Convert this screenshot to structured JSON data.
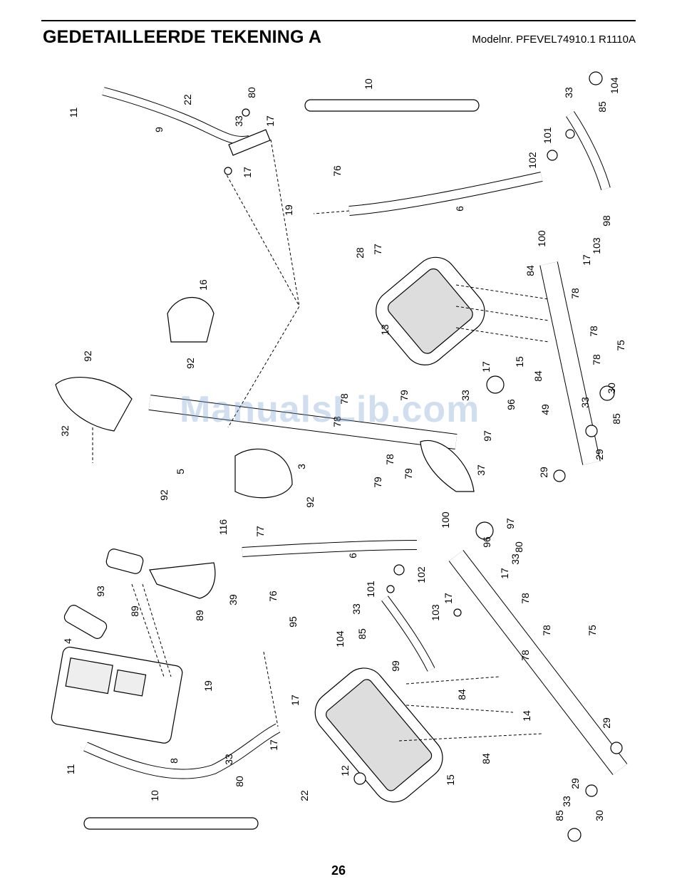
{
  "header": {
    "title": "GEDETAILLEERDE TEKENING A",
    "model": "Modelnr. PFEVEL74910.1 R1110A"
  },
  "footer": {
    "page_number": "26"
  },
  "watermark": {
    "text": "ManualsLib.com"
  },
  "diagram": {
    "part_labels": [
      "11",
      "9",
      "22",
      "80",
      "33",
      "17",
      "17",
      "10",
      "19",
      "76",
      "77",
      "6",
      "28",
      "102",
      "101",
      "33",
      "85",
      "104",
      "98",
      "103",
      "100",
      "17",
      "16",
      "13",
      "84",
      "78",
      "75",
      "78",
      "78",
      "15",
      "84",
      "17",
      "33",
      "96",
      "97",
      "30",
      "33",
      "85",
      "29",
      "49",
      "29",
      "92",
      "92",
      "32",
      "3",
      "79",
      "78",
      "78",
      "78",
      "79",
      "79",
      "37",
      "5",
      "92",
      "92",
      "116",
      "77",
      "76",
      "6",
      "102",
      "101",
      "100",
      "96",
      "97",
      "80",
      "33",
      "17",
      "17",
      "103",
      "93",
      "89",
      "89",
      "39",
      "95",
      "33",
      "85",
      "104",
      "99",
      "78",
      "78",
      "78",
      "75",
      "84",
      "84",
      "14",
      "4",
      "19",
      "17",
      "11",
      "8",
      "33",
      "80",
      "17",
      "22",
      "10",
      "12",
      "15",
      "29",
      "29",
      "33",
      "85",
      "30"
    ]
  }
}
